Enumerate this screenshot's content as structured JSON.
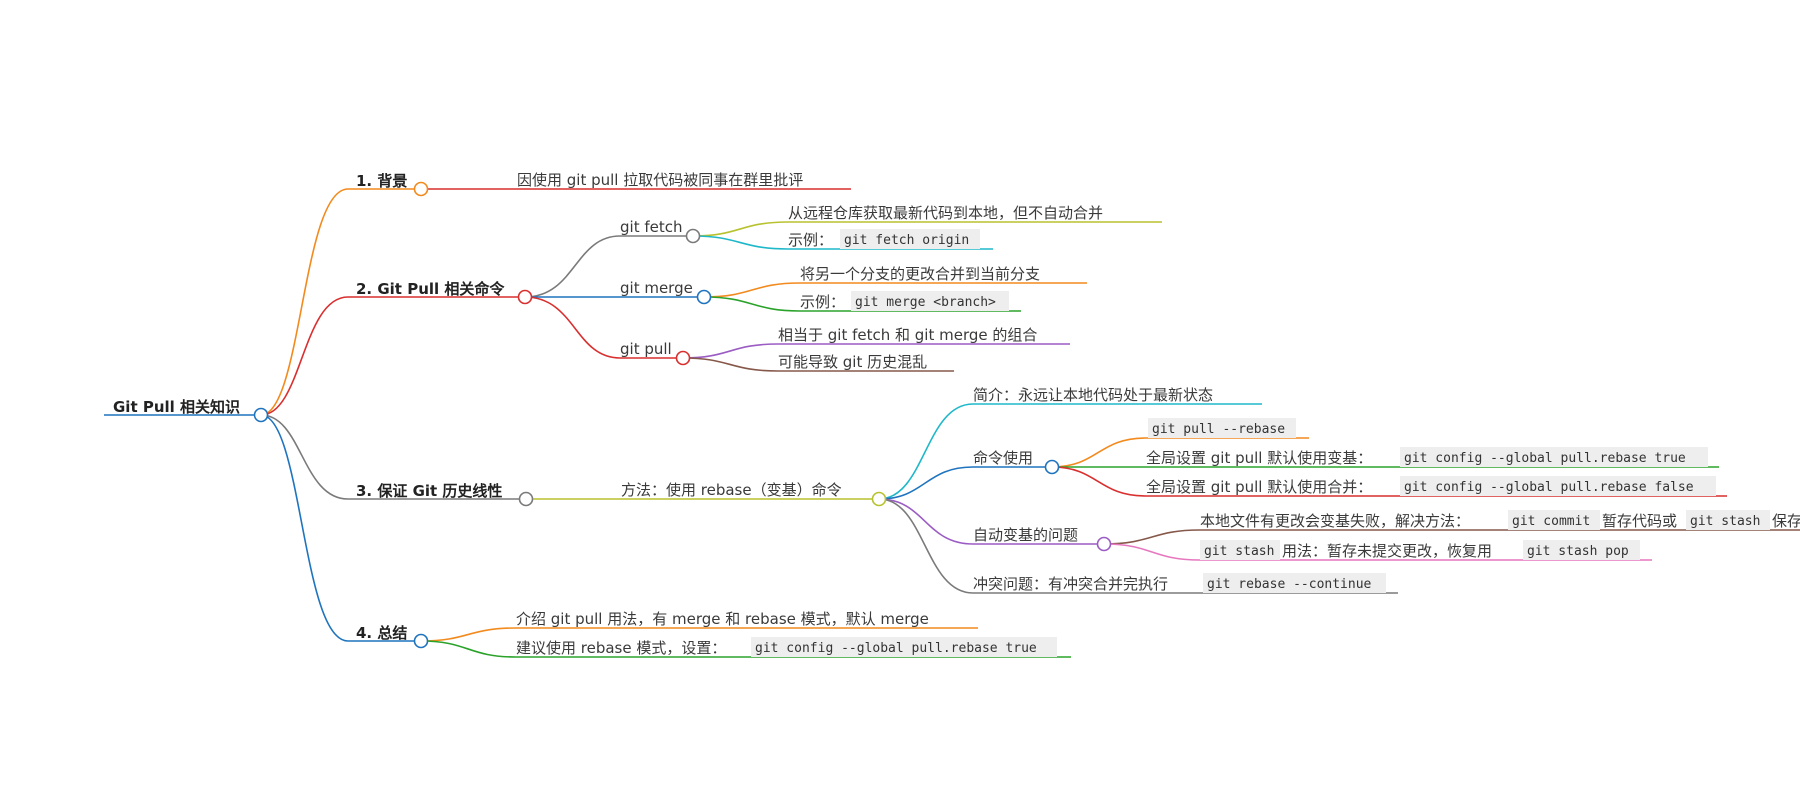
{
  "colors": {
    "orange": "#f28a1e",
    "red": "#d92f2f",
    "gray": "#7a7a7a",
    "blue": "#1f74bf",
    "yellow_green": "#b8c22e",
    "cyan": "#1fb8c9",
    "green": "#2ba32b",
    "purple": "#9b5cc4",
    "brown": "#86584a",
    "pink": "#e677bf"
  },
  "mindmap": {
    "root": "Git Pull 相关知识",
    "sec1": {
      "title": "1. 背景",
      "n1": "因使用 git pull 拉取代码被同事在群里批评"
    },
    "sec2": {
      "title": "2. Git Pull 相关命令",
      "fetch": {
        "label": "git fetch",
        "desc": "从远程仓库获取最新代码到本地，但不自动合并",
        "ex_prefix": "示例：",
        "ex_code": "git fetch origin"
      },
      "merge": {
        "label": "git merge",
        "desc": "将另一个分支的更改合并到当前分支",
        "ex_prefix": "示例：",
        "ex_code": "git merge <branch>"
      },
      "pull": {
        "label": "git pull",
        "desc1": "相当于 git fetch 和 git merge 的组合",
        "desc2": "可能导致 git 历史混乱"
      }
    },
    "sec3": {
      "title": "3. 保证 Git 历史线性",
      "method": "方法：使用 rebase（变基）命令",
      "intro": "简介：永远让本地代码处于最新状态",
      "cmd": {
        "label": "命令使用",
        "c1_code": "git pull --rebase",
        "c2_text": "全局设置 git pull 默认使用变基：",
        "c2_code": "git config --global pull.rebase true",
        "c3_text": "全局设置 git pull 默认使用合并：",
        "c3_code": "git config --global pull.rebase false"
      },
      "auto": {
        "label": "自动变基的问题",
        "a1_text1": "本地文件有更改会变基失败，解决方法：",
        "a1_code1": "git commit",
        "a1_text2": "暂存代码或",
        "a1_code2": "git stash",
        "a1_text3": "保存",
        "a2_code1": "git stash",
        "a2_text1": "用法：暂存未提交更改，恢复用",
        "a2_code2": "git stash pop"
      },
      "conflict_text": "冲突问题：有冲突合并完执行",
      "conflict_code": "git rebase --continue"
    },
    "sec4": {
      "title": "4. 总结",
      "s1": "介绍 git pull 用法，有 merge 和 rebase 模式，默认 merge",
      "s2_text": "建议使用 rebase 模式，设置：",
      "s2_code": "git config --global pull.rebase true"
    }
  }
}
